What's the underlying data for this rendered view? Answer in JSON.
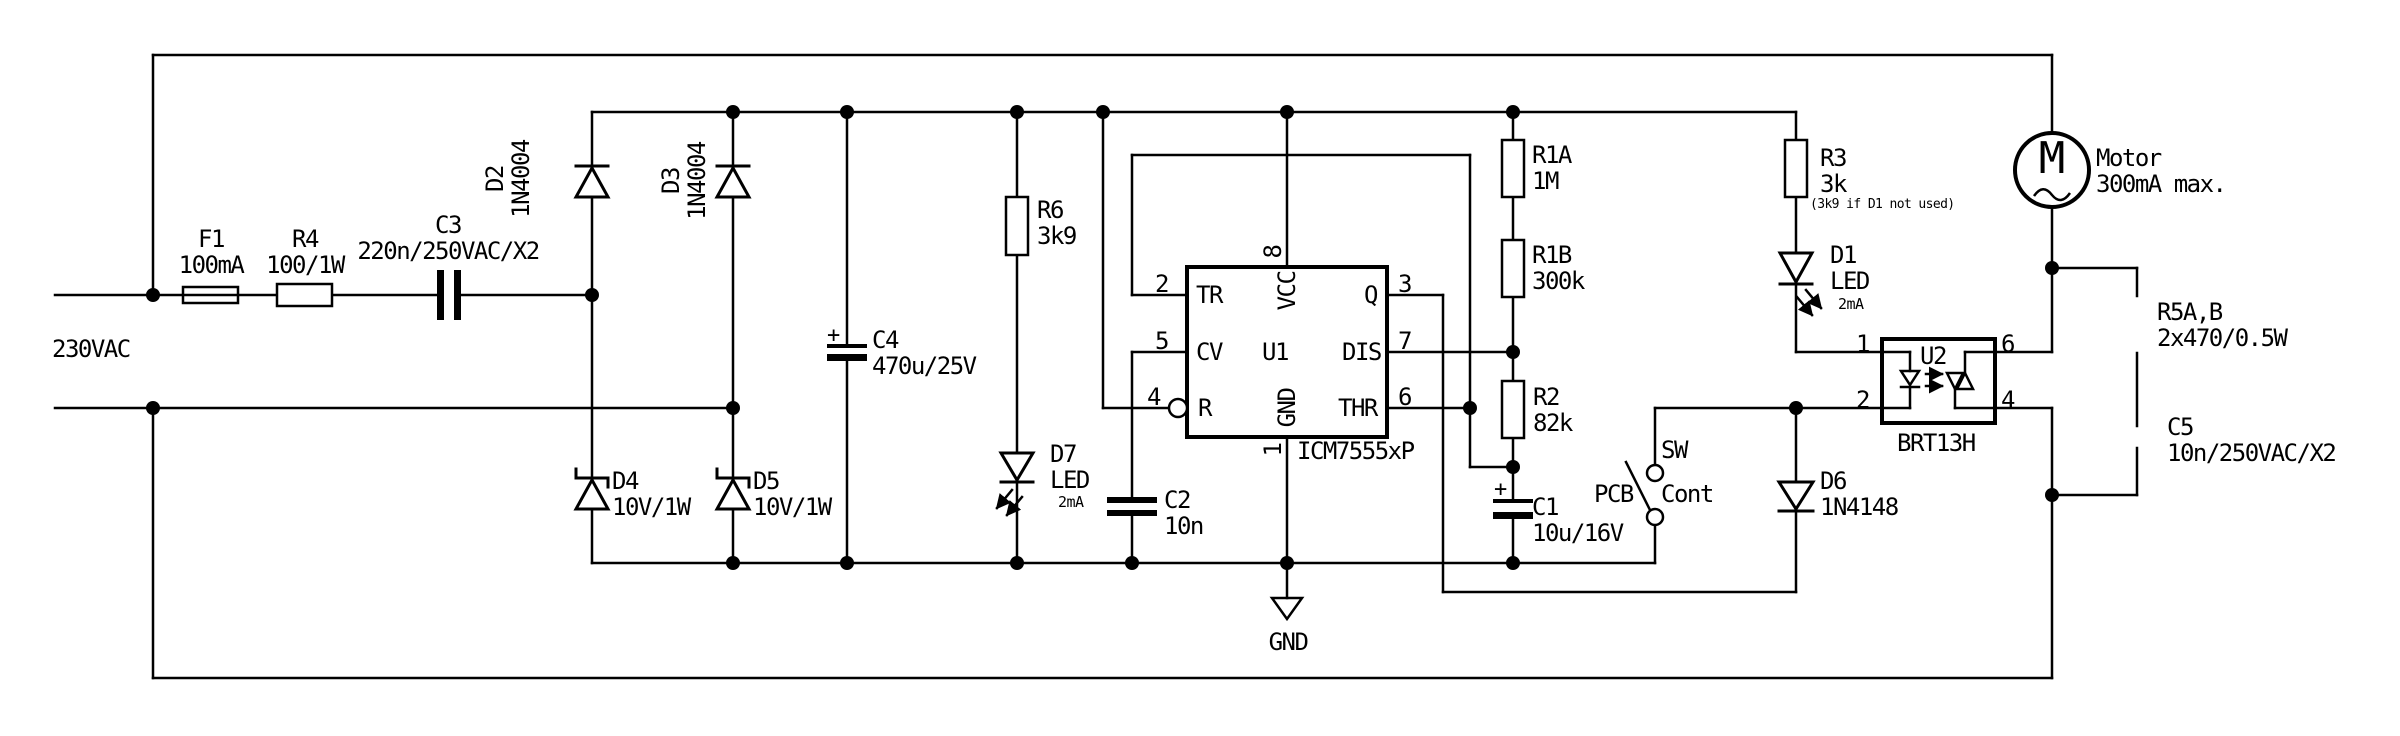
{
  "source": {
    "label": "230VAC"
  },
  "power": {
    "f1": {
      "ref": "F1",
      "value": "100mA"
    },
    "r4": {
      "ref": "R4",
      "value": "100/1W"
    },
    "c3": {
      "ref": "C3",
      "value": "220n/250VAC/X2"
    },
    "d2": {
      "ref": "D2",
      "value": "1N4004"
    },
    "d3": {
      "ref": "D3",
      "value": "1N4004"
    },
    "d4": {
      "ref": "D4",
      "value": "10V/1W"
    },
    "d5": {
      "ref": "D5",
      "value": "10V/1W"
    },
    "c4": {
      "ref": "C4",
      "value": "470u/25V",
      "polarity": "+"
    }
  },
  "timer": {
    "r6": {
      "ref": "R6",
      "value": "3k9"
    },
    "d7": {
      "ref": "D7",
      "value": "LED",
      "current": "2mA"
    },
    "c2": {
      "ref": "C2",
      "value": "10n"
    },
    "u1": {
      "ref": "U1",
      "part": "ICM7555xP",
      "pins": {
        "tr": {
          "num": "2",
          "name": "TR"
        },
        "cv": {
          "num": "5",
          "name": "CV"
        },
        "r": {
          "num": "4",
          "name": "R"
        },
        "vcc": {
          "num": "8",
          "name": "VCC"
        },
        "gnd": {
          "num": "1",
          "name": "GND"
        },
        "q": {
          "num": "3",
          "name": "Q"
        },
        "dis": {
          "num": "7",
          "name": "DIS"
        },
        "thr": {
          "num": "6",
          "name": "THR"
        }
      }
    },
    "r1a": {
      "ref": "R1A",
      "value": "1M"
    },
    "r1b": {
      "ref": "R1B",
      "value": "300k"
    },
    "r2": {
      "ref": "R2",
      "value": "82k"
    },
    "c1": {
      "ref": "C1",
      "value": "10u/16V",
      "polarity": "+"
    },
    "gnd_label": "GND"
  },
  "output": {
    "r3": {
      "ref": "R3",
      "value": "3k",
      "note": "(3k9 if D1 not used)"
    },
    "d1": {
      "ref": "D1",
      "value": "LED",
      "current": "2mA"
    },
    "sw": {
      "ref": "SW",
      "label_left": "PCB",
      "label_right": "Cont"
    },
    "d6": {
      "ref": "D6",
      "value": "1N4148"
    },
    "u2": {
      "ref": "U2",
      "part": "BRT13H",
      "pins": {
        "p1": "1",
        "p2": "2",
        "p6": "6",
        "p4": "4"
      }
    },
    "motor": {
      "name": "Motor",
      "rating": "300mA max.",
      "symbol": "M"
    },
    "r5": {
      "ref": "R5A,B",
      "value": "2x470/0.5W"
    },
    "c5": {
      "ref": "C5",
      "value": "10n/250VAC/X2"
    }
  }
}
